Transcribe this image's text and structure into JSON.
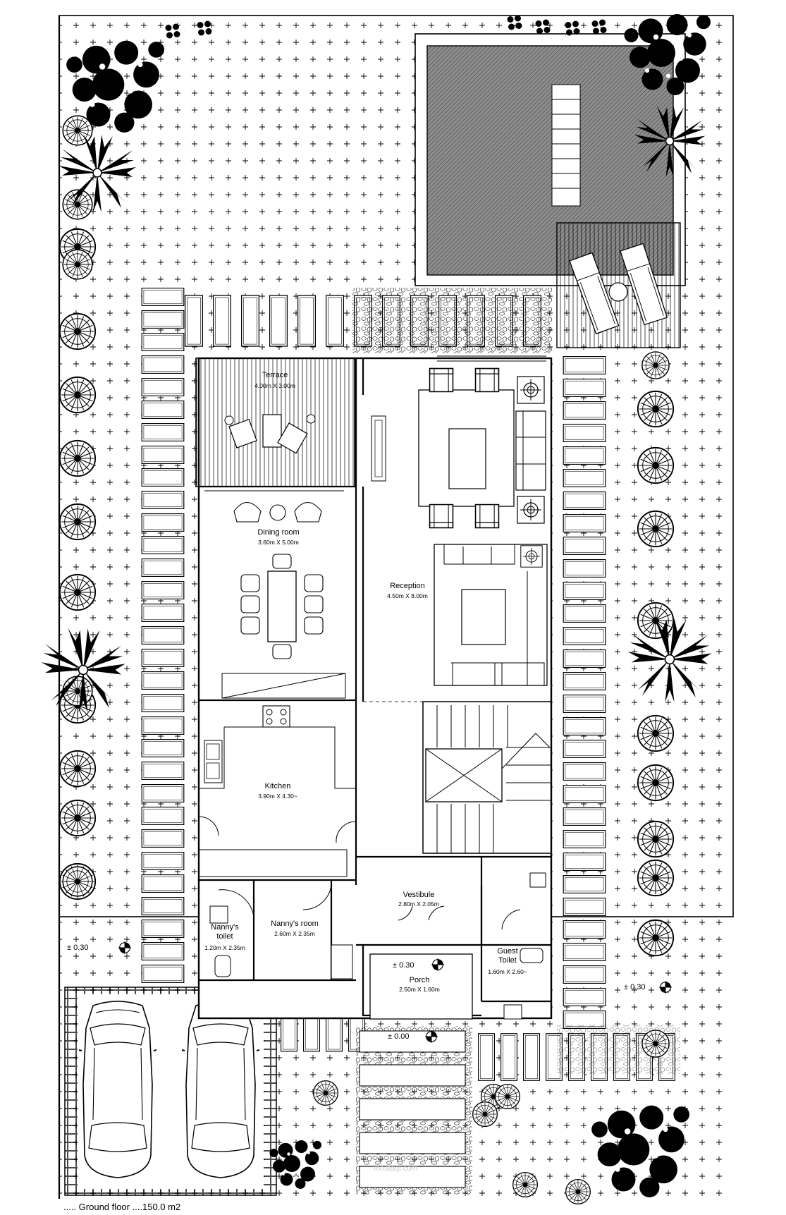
{
  "drawing": {
    "rooms": [
      {
        "id": "terrace",
        "name": "Terrace",
        "size": "4.00m X 3.00m"
      },
      {
        "id": "dining",
        "name": "Dining room",
        "size": "3.60m X 5.00m"
      },
      {
        "id": "reception",
        "name": "Reception",
        "size": "4.50m X 8.00m"
      },
      {
        "id": "kitchen",
        "name": "Kitchen",
        "size": "3.90m X 4.30~"
      },
      {
        "id": "vestibule",
        "name": "Vestibule",
        "size": "2.80m X 2.05m"
      },
      {
        "id": "nanny-room",
        "name": "Nanny's room",
        "size": "2.60m X 2.35m"
      },
      {
        "id": "nanny-toilet",
        "name": "Nanny's\ntoilet",
        "size": "1.20m X 2.35m"
      },
      {
        "id": "guest-toilet",
        "name": "Guest\nToilet",
        "size": "1.60m X 2.60~"
      },
      {
        "id": "porch",
        "name": "Porch",
        "size": "2.50m X 1.60m"
      }
    ],
    "levels": [
      "± 0.30",
      "± 0.30",
      "± 0.30",
      "± 0.00"
    ],
    "title_fragment": "..... Ground floor ....150.0 m2",
    "watermark": "mostaql.com"
  },
  "colors": {
    "line": "#000000",
    "pool": "#8a8a8a",
    "background": "#ffffff"
  }
}
